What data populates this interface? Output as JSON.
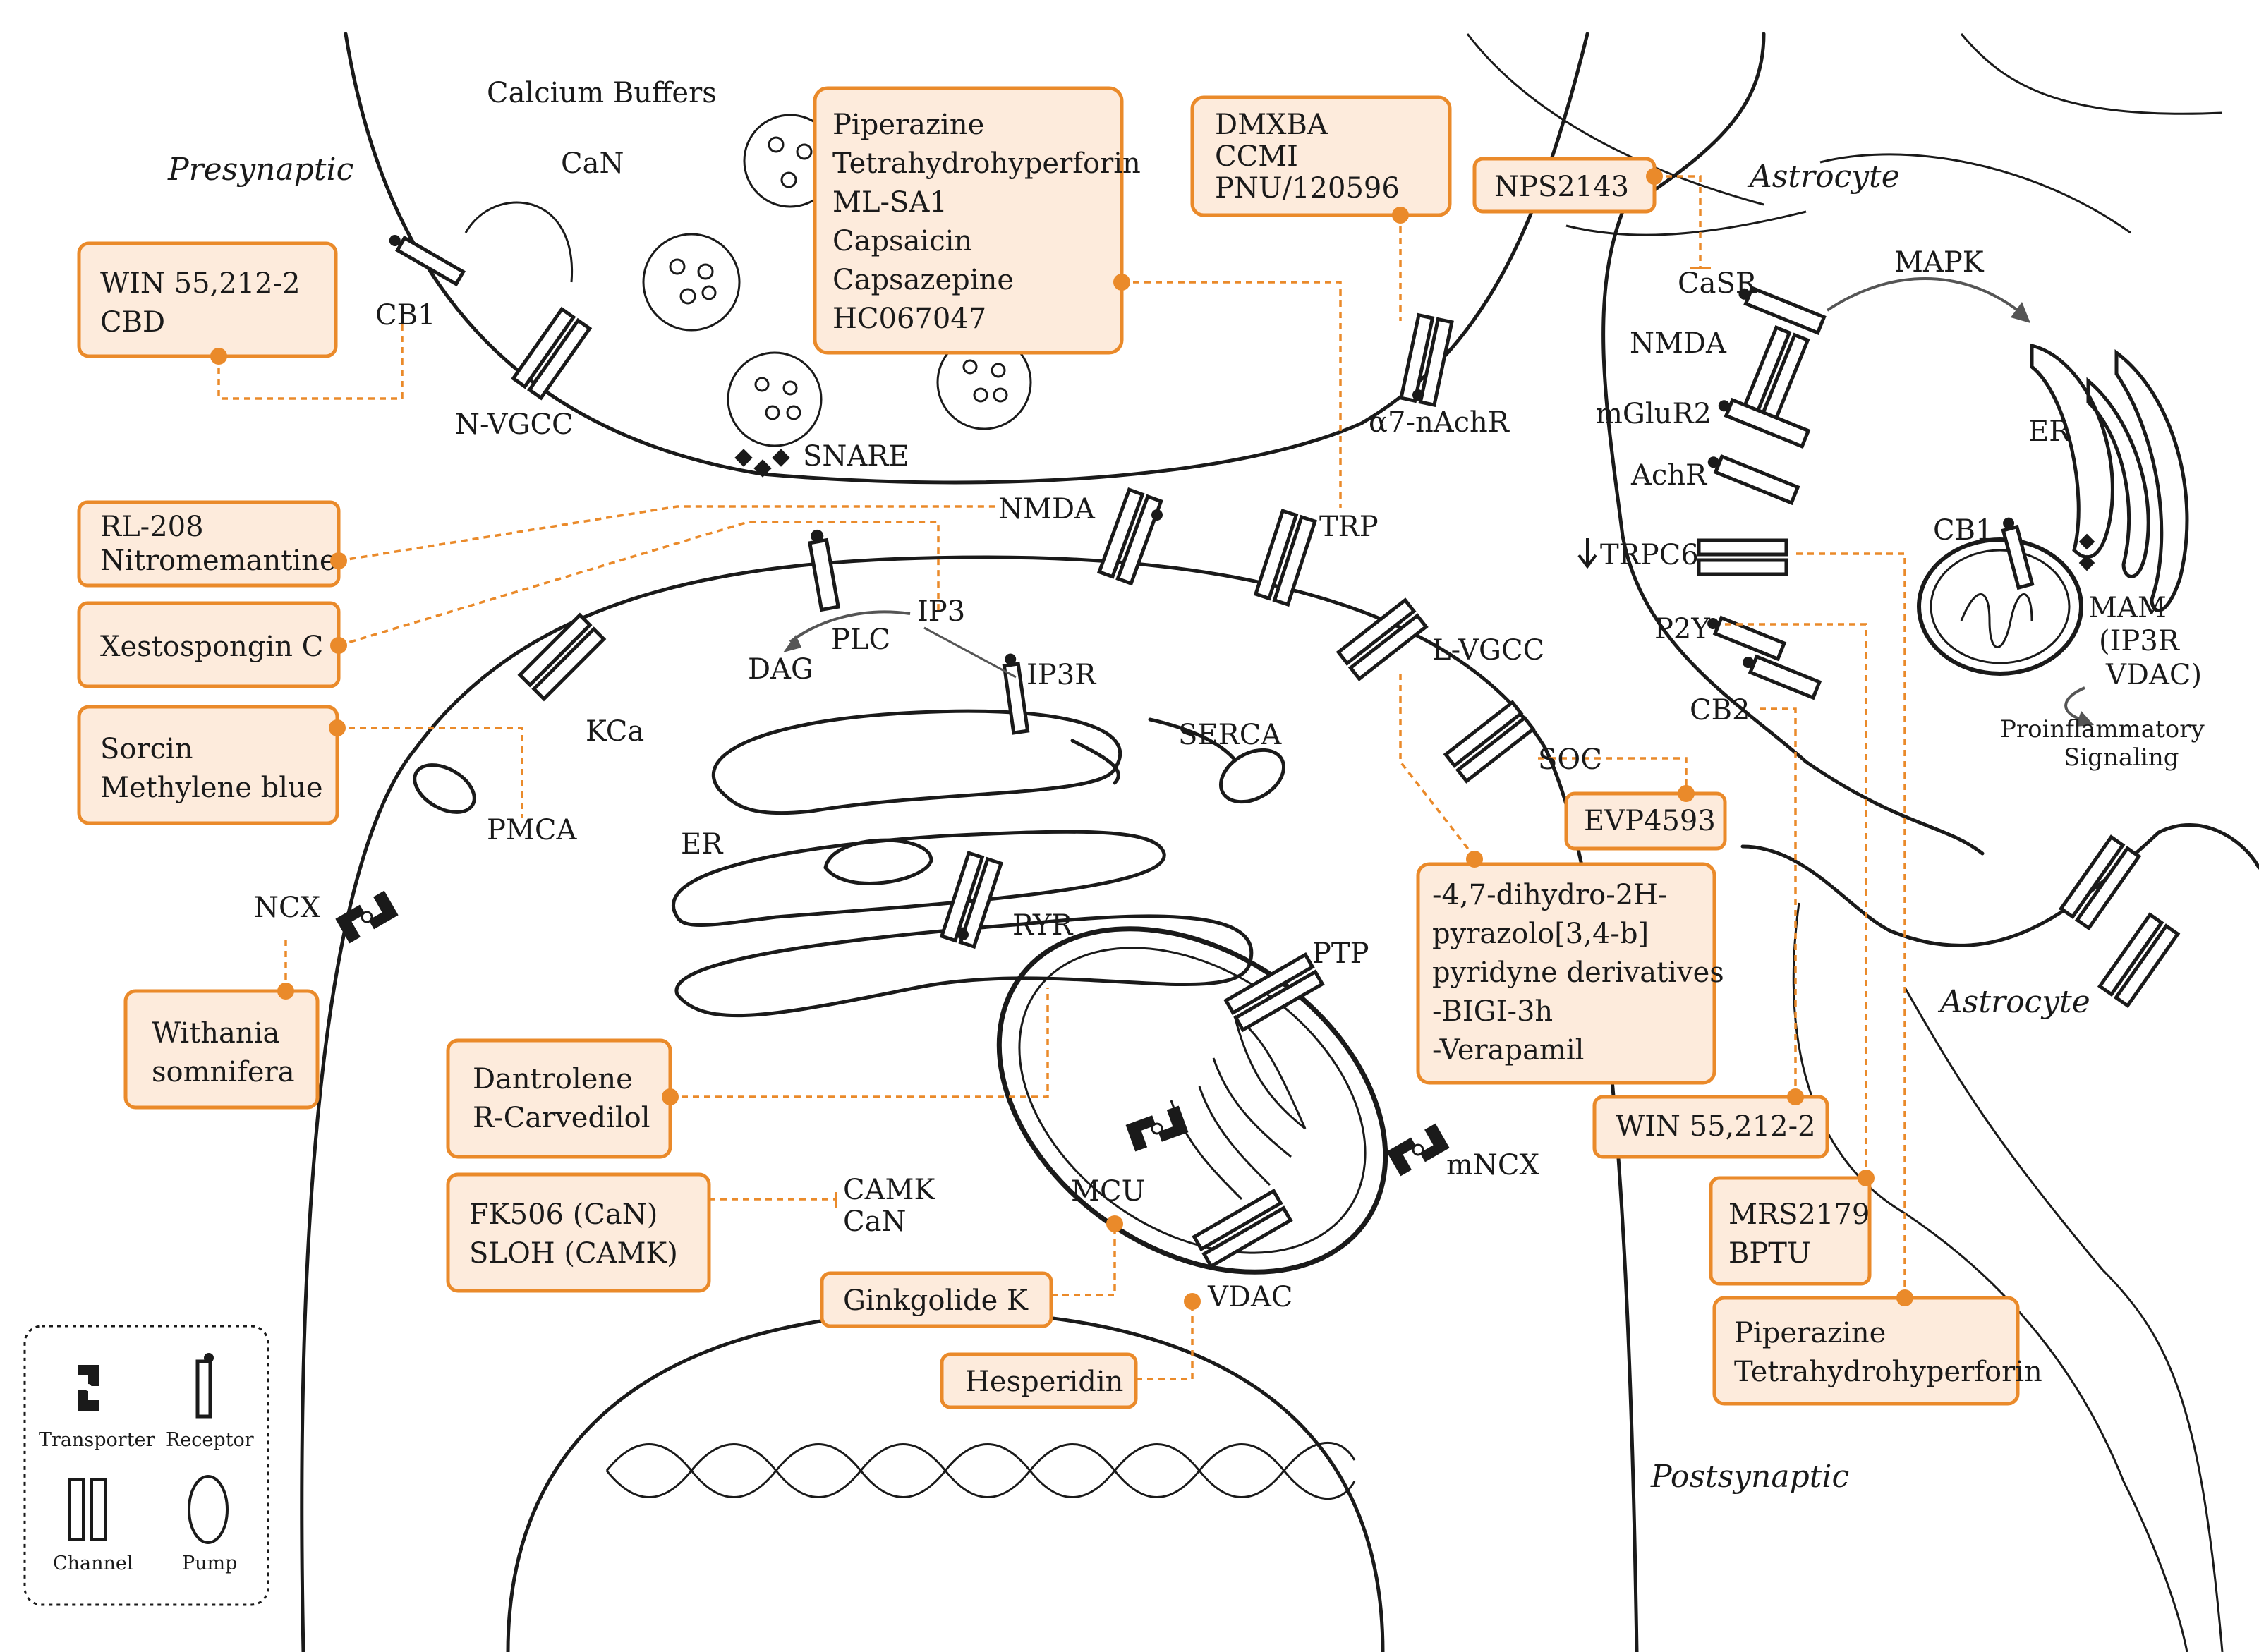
{
  "regions": {
    "presynaptic": "Presynaptic",
    "postsynaptic": "Postsynaptic",
    "astrocyte_top": "Astrocyte",
    "astrocyte_bottom": "Astrocyte"
  },
  "presynaptic_labels": {
    "calcium_buffers": "Calcium Buffers",
    "can": "CaN",
    "cb1": "CB1",
    "n_vgcc": "N-VGCC",
    "snare": "SNARE",
    "a7_nachr": "α7-nAchR"
  },
  "postsynaptic_labels": {
    "nmda": "NMDA",
    "trp": "TRP",
    "ip3": "IP3",
    "plc": "PLC",
    "dag": "DAG",
    "ip3r": "IP3R",
    "kca": "KCa",
    "serca": "SERCA",
    "l_vgcc": "L-VGCC",
    "soc": "SOC",
    "pmca": "PMCA",
    "er": "ER",
    "ryr": "RYR",
    "ncx": "NCX",
    "ptp": "PTP",
    "mcu": "MCU",
    "mncx": "mNCX",
    "vdac": "VDAC",
    "camk": "CAMK",
    "can": "CaN"
  },
  "astrocyte_labels": {
    "casr": "CaSR",
    "nmda": "NMDA",
    "mglur2": "mGluR2",
    "achr": "AchR",
    "trpc6": "TRPC6",
    "p2y": "P2Y",
    "cb2": "CB2",
    "mapk": "MAPK",
    "er": "ER",
    "cb1": "CB1",
    "mam_1": "MAM",
    "mam_2": "(IP3R",
    "mam_3": "VDAC)",
    "proinflam_1": "Proinflammatory",
    "proinflam_2": "Signaling"
  },
  "drug_boxes": {
    "win_cbd": [
      "WIN 55,212-2",
      "CBD"
    ],
    "piperazine_top": [
      "Piperazine",
      "Tetrahydrohyperforin",
      "ML-SA1",
      "Capsaicin",
      "Capsazepine",
      "HC067047"
    ],
    "dmxba": [
      "DMXBA",
      "CCMI",
      "PNU/120596"
    ],
    "nps2143": [
      "NPS2143"
    ],
    "rl208": [
      "RL-208",
      "Nitromemantine"
    ],
    "xestospongin": [
      "Xestospongin C"
    ],
    "sorcin": [
      "Sorcin",
      "Methylene blue"
    ],
    "withania": [
      "Withania",
      "somnifera"
    ],
    "dantrolene": [
      "Dantrolene",
      "R-Carvedilol"
    ],
    "fk506": [
      "FK506 (CaN)",
      "SLOH (CAMK)"
    ],
    "ginkgolide": [
      "Ginkgolide K"
    ],
    "hesperidin": [
      "Hesperidin"
    ],
    "evp4593": [
      "EVP4593"
    ],
    "pyrazolo": [
      "-4,7-dihydro-2H-",
      "pyrazolo[3,4-b]",
      "pyridyne derivatives",
      "-BIGI-3h",
      "-Verapamil"
    ],
    "win_astro": [
      "WIN 55,212-2"
    ],
    "mrs2179": [
      "MRS2179",
      "BPTU"
    ],
    "piperazine_bottom": [
      "Piperazine",
      "Tetrahydrohyperforin"
    ]
  },
  "legend": {
    "transporter": "Transporter",
    "receptor": "Receptor",
    "channel": "Channel",
    "pump": "Pump"
  },
  "colors": {
    "drug_box_fill": "#fdebdc",
    "drug_box_border": "#ea8a2a",
    "connector": "#ea8a2a",
    "membrane": "#1a1a1a"
  }
}
